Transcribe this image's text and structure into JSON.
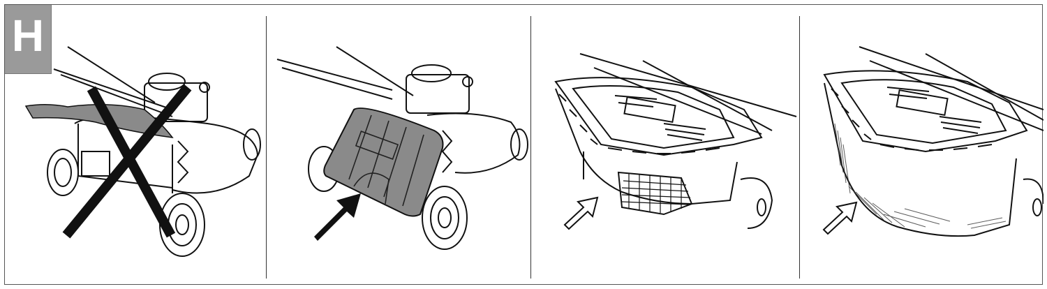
{
  "figure": {
    "section_label": "H",
    "colors": {
      "label_bg": "#9a9a9a",
      "label_text": "#ffffff",
      "line": "#111111",
      "bag_fill": "#7a7a7a",
      "deflector_fill": "#8a8a8a"
    },
    "panels": [
      {
        "name": "panel-wrong-no-bag",
        "state": "crossed-out"
      },
      {
        "name": "panel-fit-deflector",
        "state": "arrow-insert"
      },
      {
        "name": "panel-grass-box-empty",
        "state": "arrow-indicator"
      },
      {
        "name": "panel-grass-box-full",
        "state": "arrow-indicator"
      }
    ]
  }
}
